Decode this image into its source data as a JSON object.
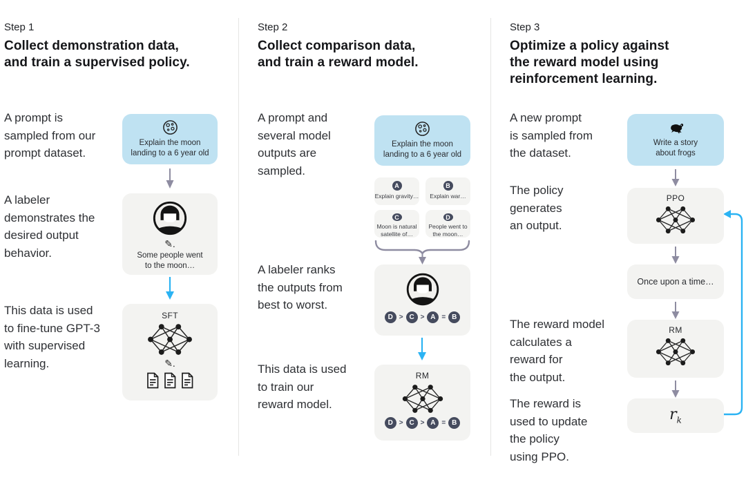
{
  "colors": {
    "prompt_box_blue": "#bfe2f2",
    "card_gray": "#f3f3f1",
    "arrow_gray": "#8e8ca1",
    "arrow_blue": "#2bb3f3",
    "badge_navy": "#454b5e"
  },
  "steps": [
    {
      "step_label": "Step 1",
      "title": "Collect demonstration data,\nand train a supervised policy.",
      "p_prompt": "A prompt is\nsampled from our\nprompt dataset.",
      "p_labeler": "A labeler\ndemonstrates the\ndesired output\nbehavior.",
      "p_data": "This data is used\nto fine-tune GPT-3\nwith supervised\nlearning.",
      "prompt_box_text": "Explain the moon\nlanding to a 6 year old",
      "labeler_box_text": "Some people went\nto the moon…",
      "pencil_glyph": "✎.",
      "model_label": "SFT"
    },
    {
      "step_label": "Step 2",
      "title": "Collect comparison data,\nand train a reward model.",
      "p_prompt": "A prompt and\nseveral model\noutputs are\nsampled.",
      "p_labeler": "A labeler ranks\nthe outputs from\nbest to worst.",
      "p_data": "This data is used\nto train our\nreward model.",
      "prompt_box_text": "Explain the moon\nlanding to a 6 year old",
      "outputs": [
        {
          "label": "A",
          "text": "Explain gravity…"
        },
        {
          "label": "B",
          "text": "Explain war…"
        },
        {
          "label": "C",
          "text": "Moon is natural\nsatellite of…"
        },
        {
          "label": "D",
          "text": "People went to\nthe moon…"
        }
      ],
      "ranking": [
        "D",
        ">",
        "C",
        ">",
        "A",
        "=",
        "B"
      ],
      "model_label": "RM"
    },
    {
      "step_label": "Step 3",
      "title": "Optimize a policy against\nthe reward model using\nreinforcement learning.",
      "p_prompt": "A new prompt\nis sampled from\nthe dataset.",
      "p_policy": "The policy\ngenerates\nan output.",
      "p_reward_model": "The reward model\ncalculates a\nreward for\nthe output.",
      "p_reward_update": "The reward is\nused to update\nthe policy\nusing PPO.",
      "prompt_box_text": "Write a story\nabout frogs",
      "policy_label": "PPO",
      "policy_output_text": "Once upon a time…",
      "rm_label": "RM",
      "reward_symbol": "r",
      "reward_subscript": "k"
    }
  ]
}
